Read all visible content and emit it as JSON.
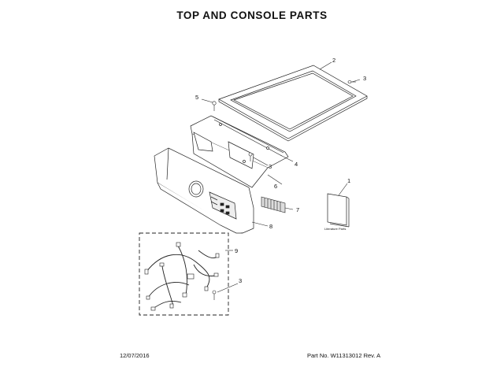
{
  "page": {
    "title": "TOP AND CONSOLE PARTS",
    "date": "12/07/2016",
    "part_number": "Part No. W11313012  Rev. A"
  },
  "callouts": {
    "c1": "1",
    "c2": "2",
    "c3a": "3",
    "c3b": "3",
    "c3c": "3",
    "c4": "4",
    "c5": "5",
    "c6": "6",
    "c7": "7",
    "c8": "8",
    "c9": "9"
  },
  "literature_label": "Literature Parts"
}
